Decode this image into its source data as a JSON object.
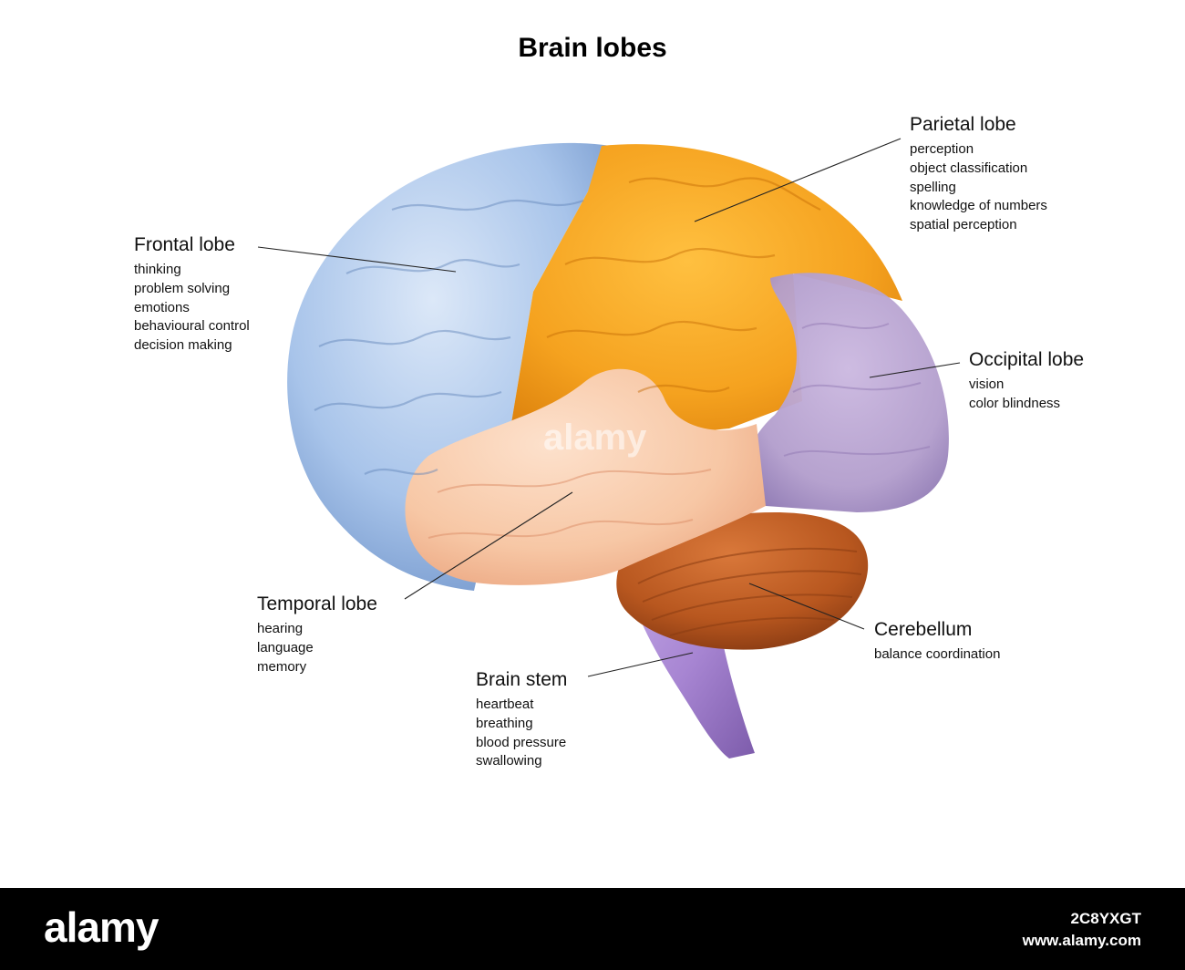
{
  "title": "Brain lobes",
  "colors": {
    "frontal": "#a8c4ea",
    "parietal": "#f5a21f",
    "occipital": "#b29dcc",
    "temporal": "#f7c7a5",
    "cerebellum": "#b8571f",
    "brain_stem": "#a785d2"
  },
  "labels": {
    "frontal": {
      "name": "Frontal lobe",
      "items": [
        "thinking",
        "problem solving",
        "emotions",
        "behavioural control",
        "decision making"
      ]
    },
    "parietal": {
      "name": "Parietal lobe",
      "items": [
        "perception",
        "object classification",
        "spelling",
        "knowledge of numbers",
        "spatial perception"
      ]
    },
    "occipital": {
      "name": "Occipital lobe",
      "items": [
        "vision",
        "color blindness"
      ]
    },
    "temporal": {
      "name": "Temporal lobe",
      "items": [
        "hearing",
        "language",
        "memory"
      ]
    },
    "cerebellum": {
      "name": "Cerebellum",
      "items": [
        "balance coordination"
      ]
    },
    "brain_stem": {
      "name": "Brain stem",
      "items": [
        "heartbeat",
        "breathing",
        "blood pressure",
        "swallowing"
      ]
    }
  },
  "footer": {
    "brand": "alamy",
    "image_code": "2C8YXGT",
    "site": "www.alamy.com"
  },
  "watermark": "alamy"
}
